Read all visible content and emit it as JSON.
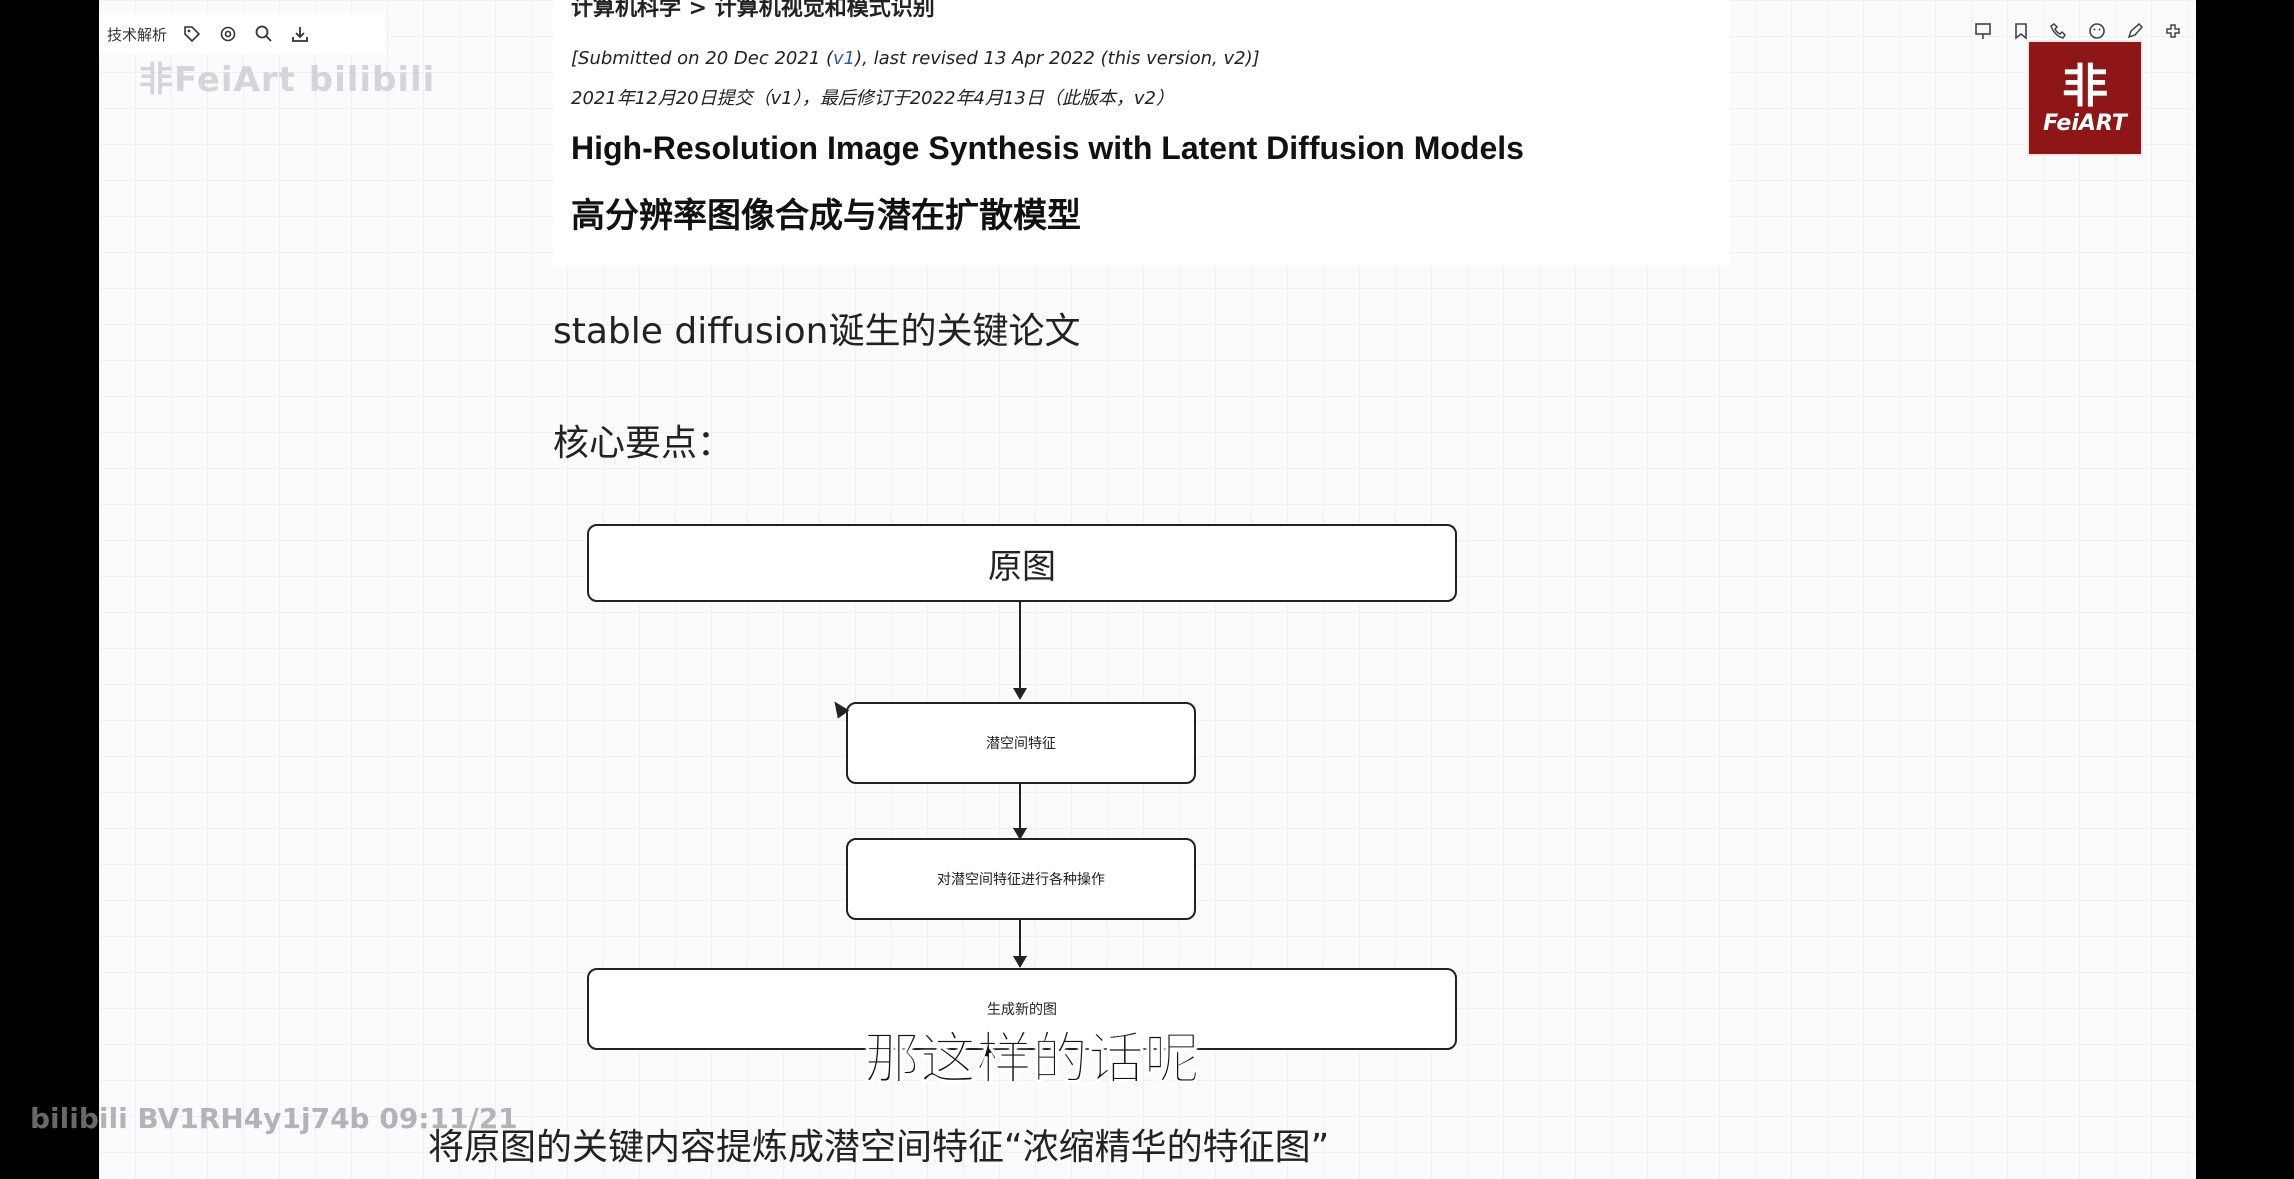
{
  "toolbar": {
    "title": "技术解析",
    "icons": [
      "tag-icon",
      "settings-icon",
      "search-icon",
      "download-icon"
    ]
  },
  "watermark": {
    "top_left": "非FeiArt bilibili",
    "bottom_left": "bilibili BV1RH4y1j74b 09:11/21"
  },
  "logo": {
    "cjk": "非",
    "latin": "FeiART"
  },
  "paper": {
    "cut_heading": "计算机科学 > 计算机视觉和模式识别",
    "submitted_prefix": "[Submitted on 20 Dec 2021 (",
    "submitted_v1": "v1",
    "submitted_suffix": "), last revised 13 Apr 2022 (this version, v2)]",
    "submitted_zh": "2021年12月20日提交（v1），最后修订于2022年4月13日（此版本，v2）",
    "title_en": "High-Resolution Image Synthesis with Latent Diffusion Models",
    "title_zh": "高分辨率图像合成与潜在扩散模型"
  },
  "notes": {
    "key_paper": "stable diffusion诞生的关键论文",
    "core_points": "核心要点："
  },
  "flow": {
    "original": "原图",
    "latent": "潜空间特征",
    "operate": "对潜空间特征进行各种操作",
    "generate": "生成新的图"
  },
  "subtitle": "那这样的话呢",
  "caption": "将原图的关键内容提炼成潜空间特征“浓缩精华的特征图”"
}
